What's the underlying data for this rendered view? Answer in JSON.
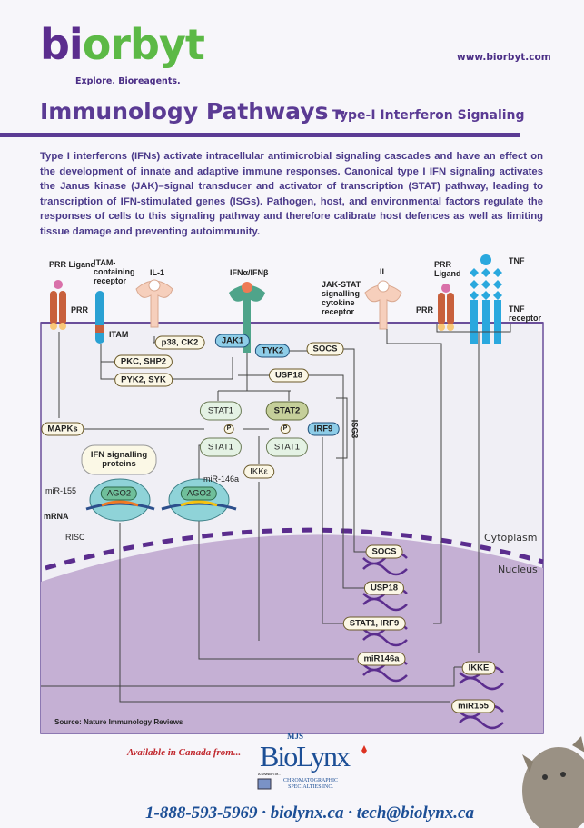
{
  "header": {
    "logo_part1": "bi",
    "logo_part2": "orbyt",
    "tagline": "Explore. Bioreagents.",
    "website": "www.biorbyt.com",
    "title": "Immunology Pathways -",
    "subtitle": "Type-I Interferon Signaling"
  },
  "intro": "Type I interferons (IFNs) activate intracellular antimicrobial signaling cascades and have an effect on the development of innate and adaptive immune responses. Canonical type I IFN signaling activates the Janus kinase (JAK)–signal transducer and activator of transcription (STAT) pathway, leading to transcription of IFN-stimulated genes (ISGs). Pathogen, host, and environmental factors regulate the responses of cells to this signaling pathway and therefore calibrate host defences as well as limiting tissue damage and preventing autoimmunity.",
  "receptors": {
    "prr_ligand": "PRR Ligand",
    "prr": "PRR",
    "itam_receptor": "ITAM-containing receptor",
    "itam": "ITAM",
    "il1": "IL-1",
    "ifn": "IFNα/IFNβ",
    "jakstat": "JAK-STAT signalling cytokine receptor",
    "il": "IL",
    "prr_ligand2": "PRR Ligand",
    "prr2": "PRR",
    "tnf": "TNF",
    "tnf_receptor": "TNF receptor"
  },
  "nodes": {
    "p38": "p38, CK2",
    "jak1": "JAK1",
    "tyk2": "TYK2",
    "socs": "SOCS",
    "pkc": "PKC, SHP2",
    "pyk2": "PYK2, SYK",
    "usp18": "USP18",
    "mapks": "MAPKs",
    "stat1a": "STAT1",
    "stat1b": "STAT1",
    "stat2": "STAT2",
    "stat1c": "STAT1",
    "irf9": "IRF9",
    "p": "P",
    "isg3": "ISG3",
    "ifn_proteins": "IFN signalling proteins",
    "ikke": "IKKε",
    "ago2a": "AGO2",
    "ago2b": "AGO2",
    "mir155": "miR-155",
    "mrna": "mRNA",
    "risc": "RISC",
    "mir146a": "miR-146a"
  },
  "nucleus_genes": [
    "SOCS",
    "USP18",
    "STAT1, IRF9",
    "miR146a",
    "IKKE",
    "miR155"
  ],
  "compartments": {
    "cytoplasm": "Cytoplasm",
    "nucleus": "Nucleus"
  },
  "source": "Source: Nature Immunology Reviews",
  "footer": {
    "available": "Available in Canada from...",
    "brand_top": "MJS",
    "brand": "BioLynx",
    "division": "A Division of...",
    "company": "CHROMATOGRAPHIC SPECIALTIES INC.",
    "contact": "1-888-593-5969 · biolynx.ca · tech@biolynx.ca"
  },
  "colors": {
    "brand_purple": "#5b3b94",
    "brand_green": "#5cb946",
    "nucleus": "#c5b0d4",
    "footer_blue": "#1d4f96",
    "footer_red": "#c0272d"
  }
}
